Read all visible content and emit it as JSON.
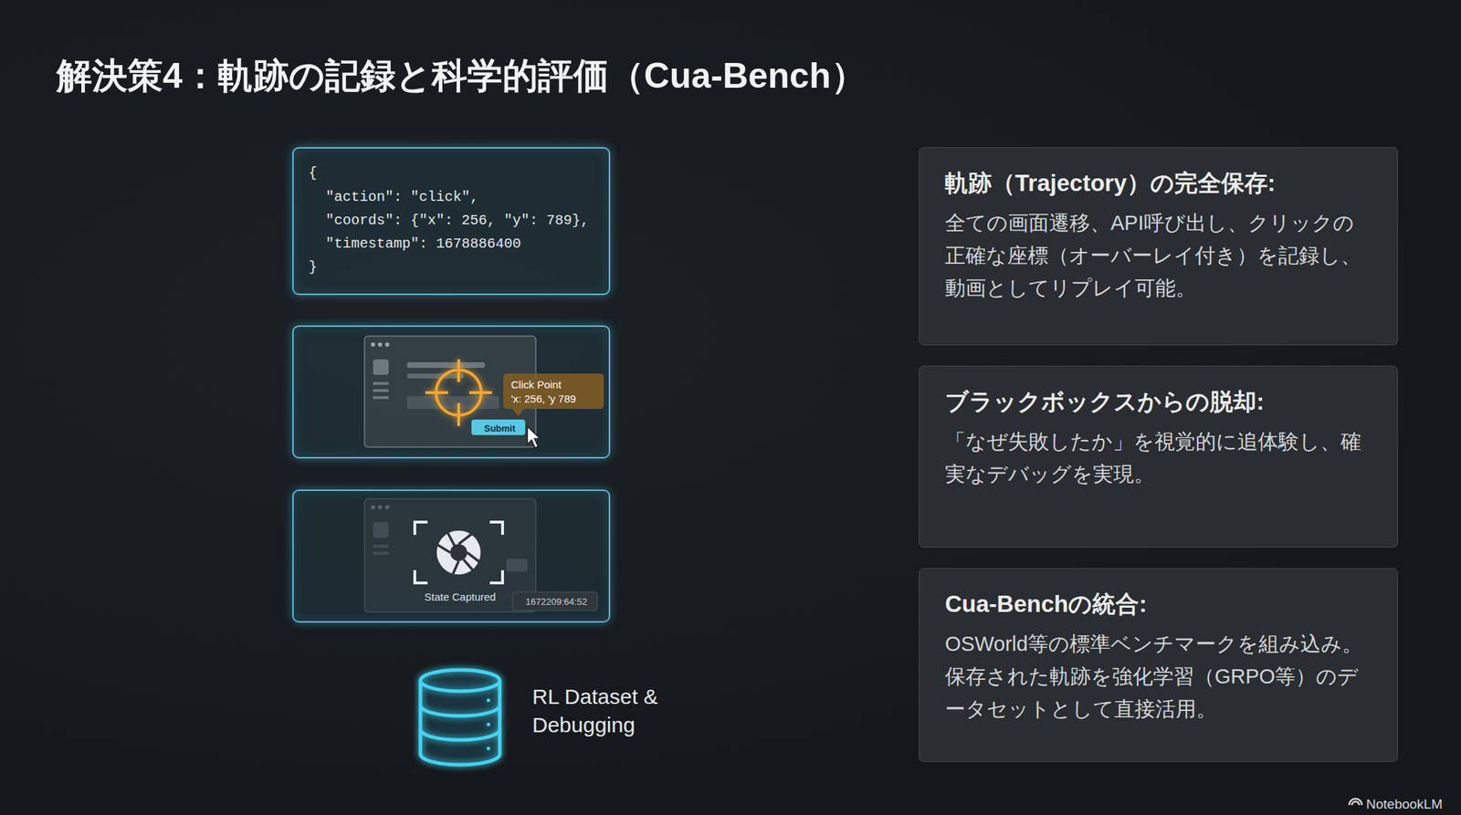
{
  "diagram": {
    "title": "解決策4：軌跡の記録と科学的評価（Cua-Bench）",
    "nodes": [
      {
        "text": [
          "{",
          "\"action\": \"click\",",
          "\"coords\": {\"x\": 256, \"y\": 789},",
          "\"timestamp\": 1678886400",
          "}"
        ]
      },
      {
        "text": [
          "Click Point",
          "'x: 256, 'y 789",
          "Submit"
        ]
      },
      {
        "text": [
          "State Captured",
          "1672209:64:52"
        ]
      },
      {
        "text": [
          "RL Dataset & Debugging"
        ]
      },
      {
        "text": [
          "軌跡（Trajectory）の完全保存:",
          "全ての画面遷移、API呼び出し、クリックの正確な座標（オーバーレイ付き）を記録し、動画としてリプレイ可能。"
        ]
      },
      {
        "text": [
          "ブラックボックスからの脱却:",
          "「なぜ失敗したか」を視覚的に追体験し、確実なデバッグを実現。"
        ]
      },
      {
        "text": [
          "Cua-Benchの統合:",
          "OSWorld等の標準ベンチマークを組み込み。保存された軌跡を強化学習（GRPO等）のデータセットとして直接活用。"
        ]
      }
    ],
    "edges": [
      {
        "from": 0,
        "to": 1,
        "arrow": "none"
      },
      {
        "from": 1,
        "to": 2,
        "arrow": "none"
      },
      {
        "from": 2,
        "to": 3,
        "arrow": "to"
      }
    ],
    "labels": [
      "NotebookLM"
    ]
  }
}
